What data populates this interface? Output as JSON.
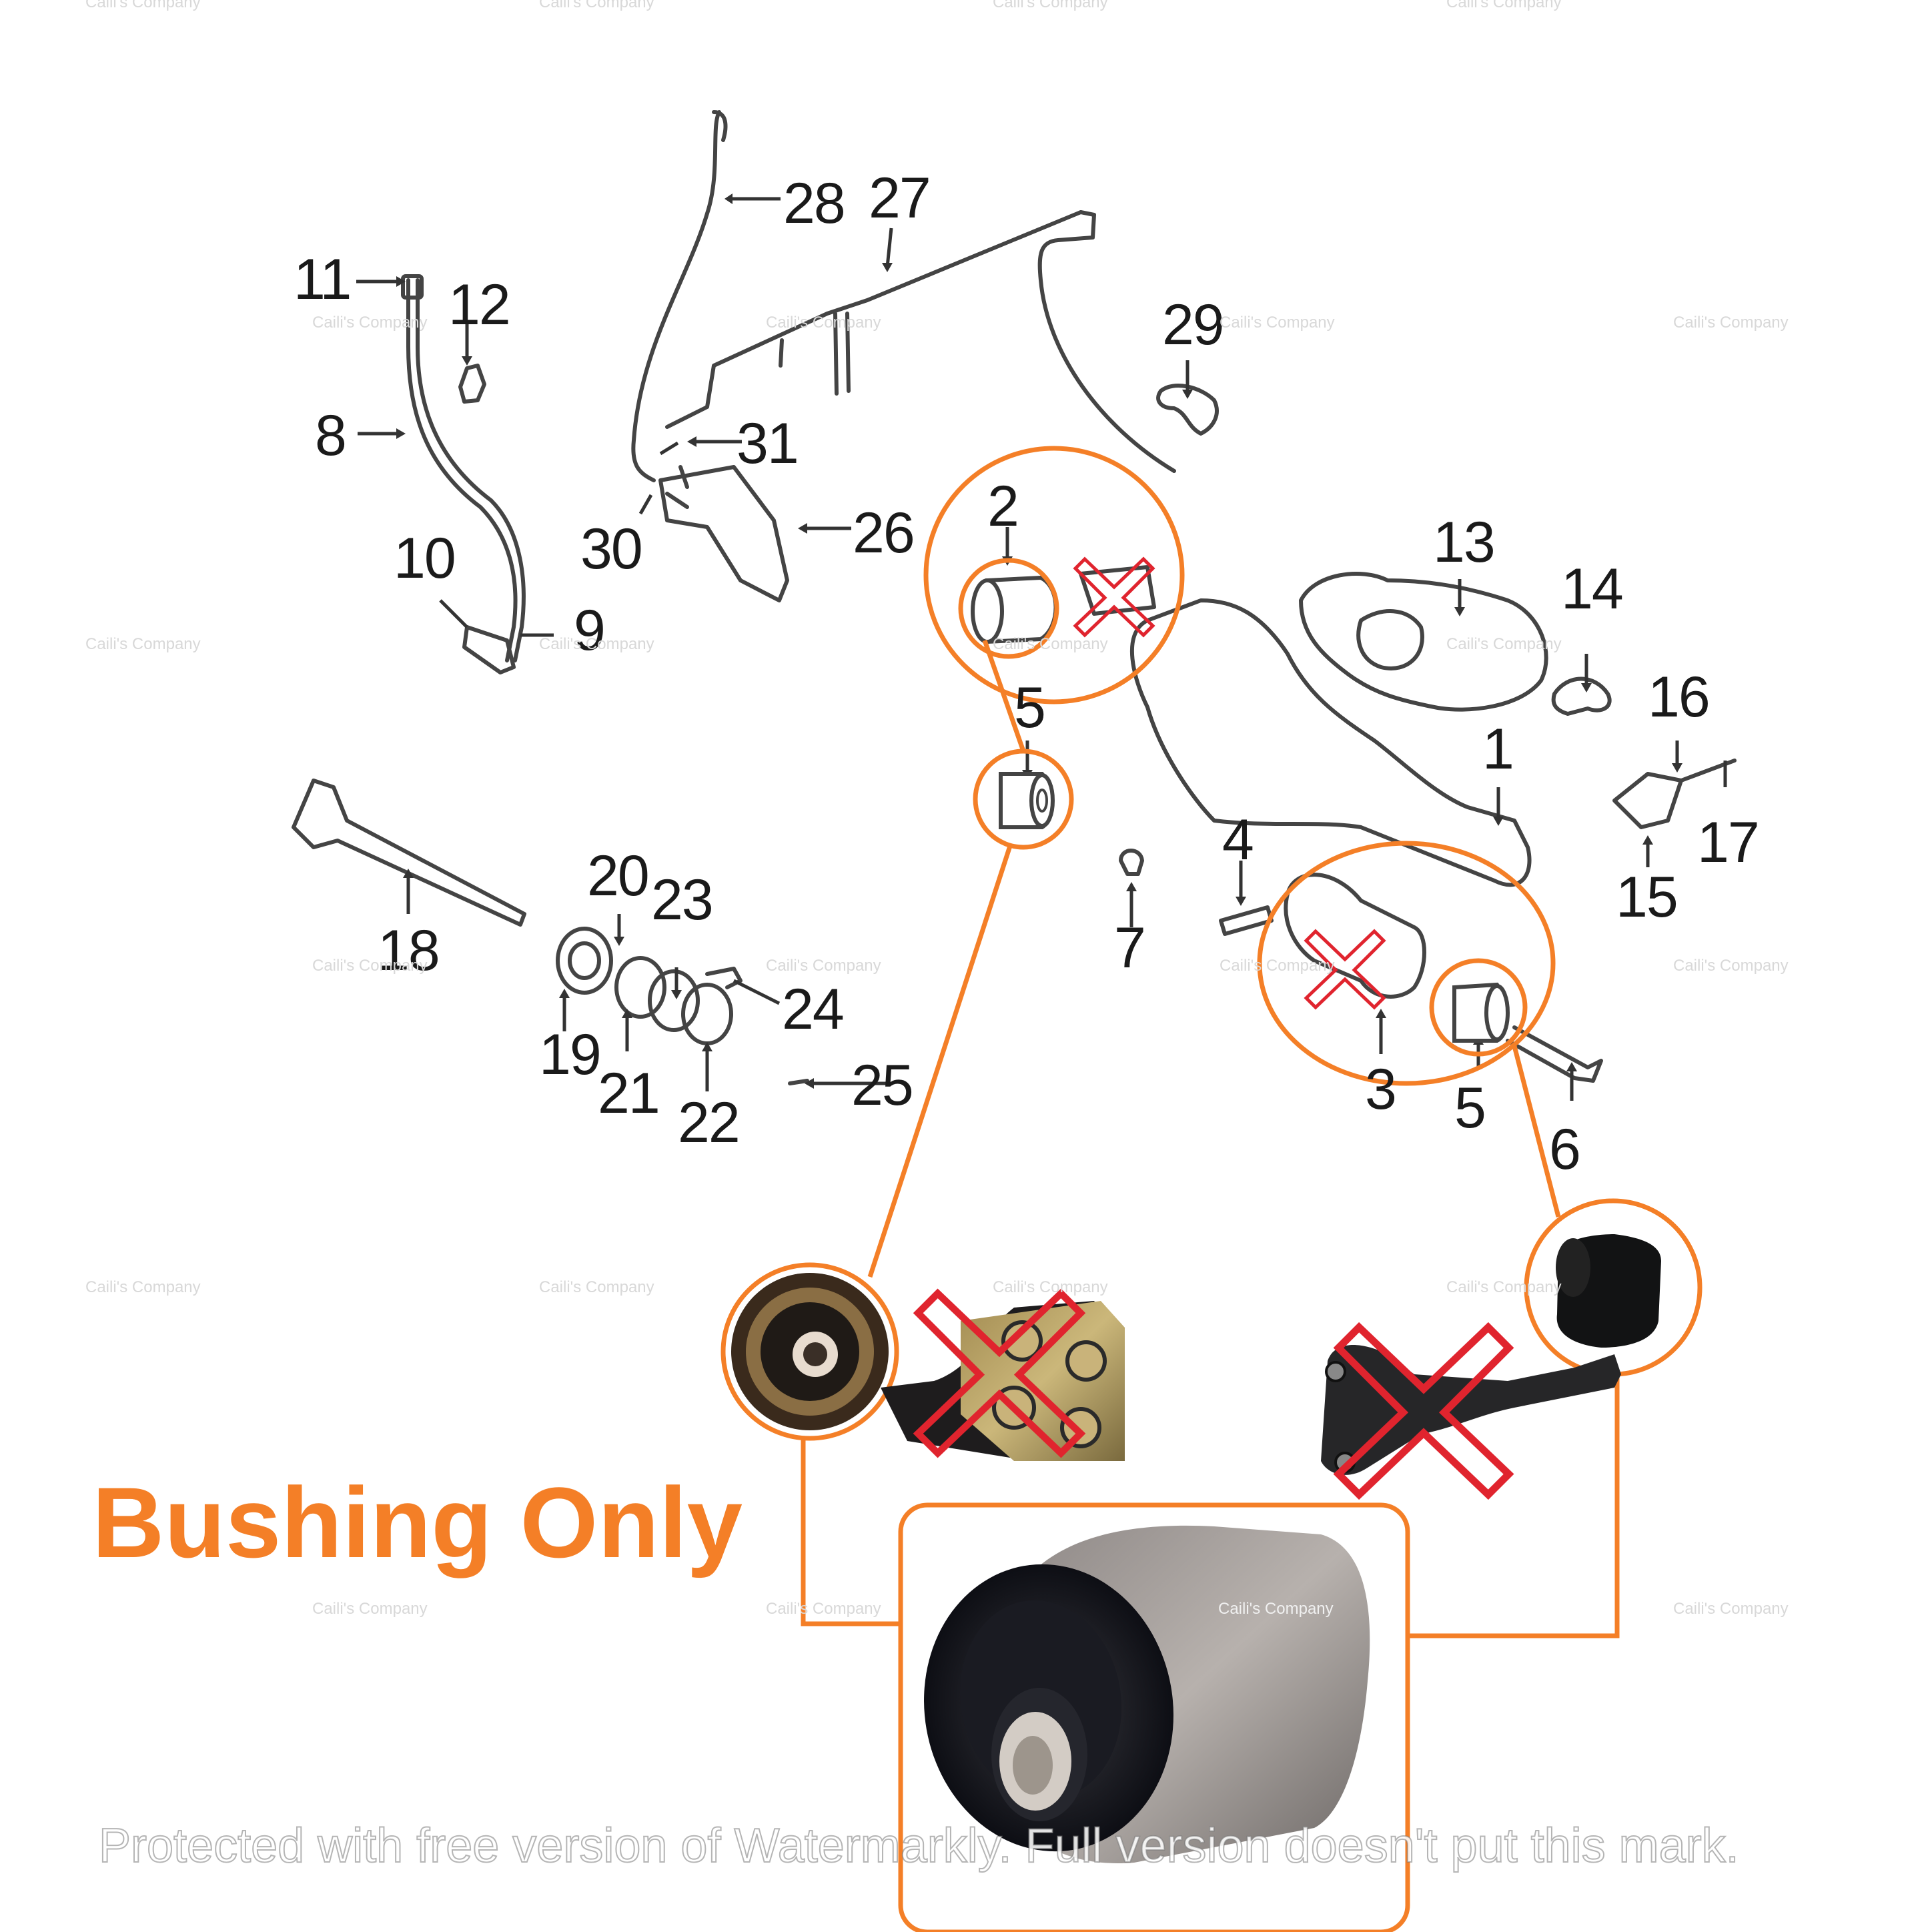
{
  "headline": "Bushing Only",
  "protection_notice": "Protected with free version of Watermarkly. Full version doesn't put this mark.",
  "watermark_text": "Caili's Company",
  "callouts": {
    "n1": "1",
    "n2": "2",
    "n3": "3",
    "n4": "4",
    "n5a": "5",
    "n5b": "5",
    "n6": "6",
    "n7": "7",
    "n8": "8",
    "n9": "9",
    "n10": "10",
    "n11": "11",
    "n12": "12",
    "n13": "13",
    "n14": "14",
    "n15": "15",
    "n16": "16",
    "n17": "17",
    "n18": "18",
    "n19": "19",
    "n20": "20",
    "n21": "21",
    "n22": "22",
    "n23": "23",
    "n24": "24",
    "n25": "25",
    "n26": "26",
    "n27": "27",
    "n28": "28",
    "n29": "29",
    "n30": "30",
    "n31": "31"
  },
  "colors": {
    "highlight": "#f47f27",
    "excluded": "#e0242e",
    "line_art": "#444444"
  },
  "icons": {
    "excluded_mark": "red-x-icon",
    "highlight_ring": "orange-circle"
  }
}
